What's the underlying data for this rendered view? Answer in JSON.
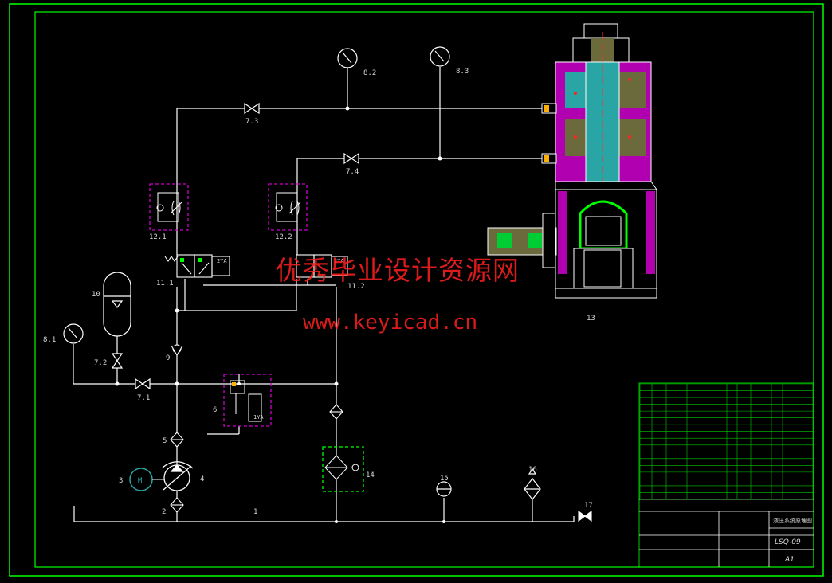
{
  "labels": {
    "l1": "1",
    "l2": "2",
    "l3": "3",
    "l4": "4",
    "l5": "5",
    "l6": "6",
    "l7_1": "7.1",
    "l7_2": "7.2",
    "l7_3": "7.3",
    "l7_4": "7.4",
    "l8_1": "8.1",
    "l8_2": "8.2",
    "l8_3": "8.3",
    "l9": "9",
    "l10": "10",
    "l11_1": "11.1",
    "l11_2": "11.2",
    "l12_1": "12.1",
    "l12_2": "12.2",
    "l13": "13",
    "l14": "14",
    "l15": "15",
    "l16": "16",
    "l17": "17",
    "zya_1": "2YA",
    "zya_2": "2YA",
    "ya_1": "1YA",
    "motor": "M"
  },
  "watermark": {
    "cn": "优秀毕业设计资源网",
    "url": "www.keyicad.cn"
  },
  "title_block": {
    "drawing_name": "液压系统原理图",
    "drawing_no": "LSQ-09",
    "sheet_size": "A1"
  },
  "colors": {
    "line": "#ffffff",
    "border": "#00ff00",
    "magenta": "#cc00cc",
    "green": "#00ff00",
    "cylinder_body": "#b000b0",
    "cylinder_steel": "#2aa5a5",
    "cylinder_olive": "#6b6a3d",
    "watermark": "#ff2020"
  }
}
